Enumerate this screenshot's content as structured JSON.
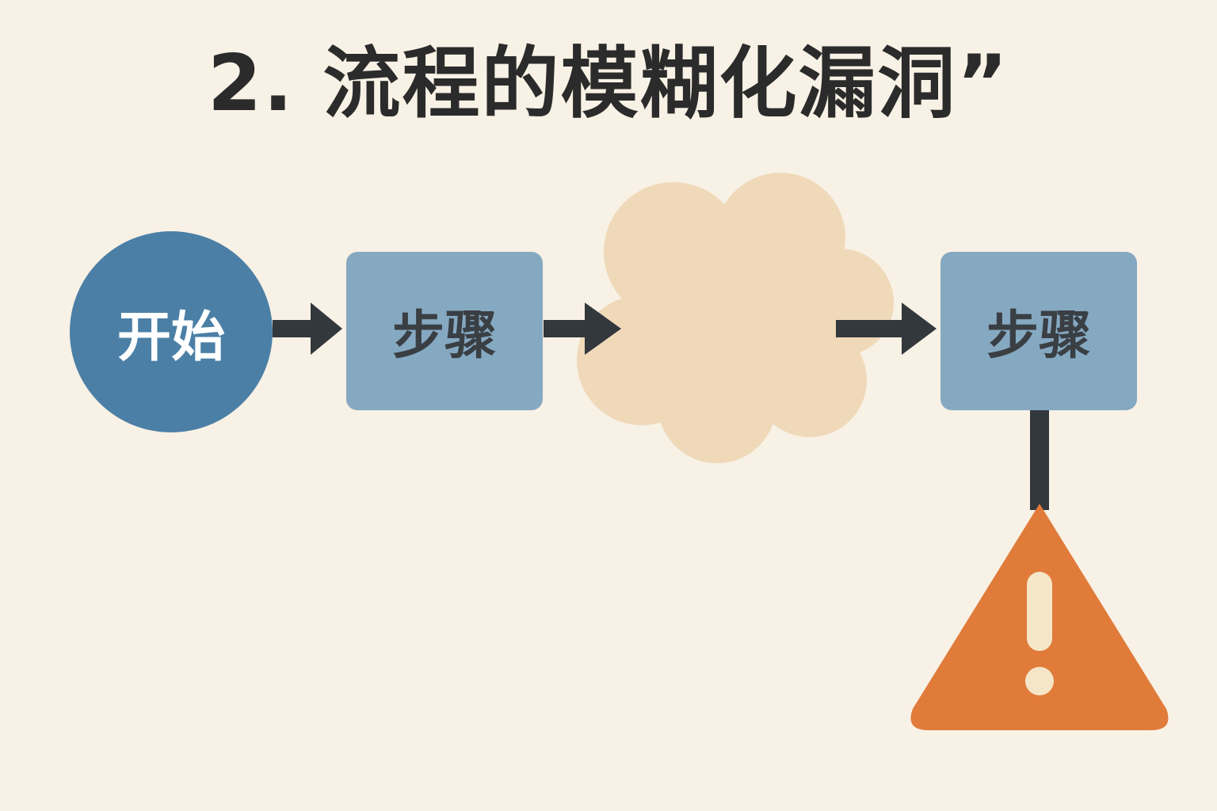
{
  "title": "2. 流程的模糊化漏洞”",
  "nodes": {
    "start": {
      "label": "开始"
    },
    "step1": {
      "label": "步骤"
    },
    "step2": {
      "label": "步骤"
    }
  },
  "colors": {
    "background": "#f8f1e5",
    "start_fill": "#4b7fa6",
    "step_fill": "#86a9c2",
    "cloud_fill": "#efd9b9",
    "arrow": "#33383d",
    "warning_fill": "#e07b3a",
    "warning_mark": "#f5e6c8"
  },
  "icons": {
    "cloud": "cloud-icon",
    "warning": "warning-triangle-icon"
  }
}
